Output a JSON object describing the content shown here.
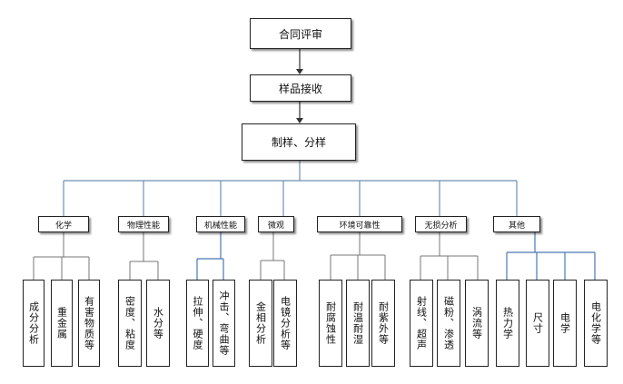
{
  "flow": {
    "step1": "合同评审",
    "step2": "样品接收",
    "step3": "制样、分样"
  },
  "categories": [
    {
      "label": "化学",
      "items": [
        "成分分析",
        "重金属",
        "有害物质等"
      ]
    },
    {
      "label": "物理性能",
      "items": [
        "密度、粘度",
        "水分等"
      ]
    },
    {
      "label": "机械性能",
      "items": [
        "拉伸、硬度",
        "冲击、弯曲等"
      ]
    },
    {
      "label": "微观",
      "items": [
        "金相分析",
        "电镜分析等"
      ]
    },
    {
      "label": "环境可靠性",
      "items": [
        "耐腐蚀性",
        "耐温耐湿",
        "耐紫外等"
      ]
    },
    {
      "label": "无损分析",
      "items": [
        "射线、超声",
        "磁粉、渗透",
        "涡流等"
      ]
    },
    {
      "label": "其他",
      "items": [
        "热力学",
        "尺寸",
        "电学",
        "电化学等"
      ]
    }
  ]
}
